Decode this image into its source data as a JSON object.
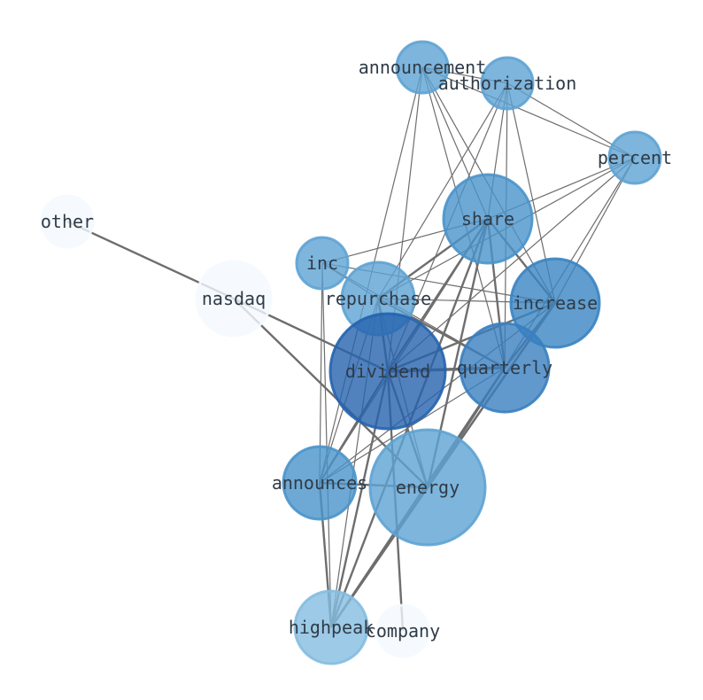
{
  "nodes": [
    {
      "id": "other",
      "label": "other",
      "color": "#f4f9fe"
    },
    {
      "id": "nasdaq",
      "label": "nasdaq",
      "color": "#f4f9fe"
    },
    {
      "id": "announcement",
      "label": "announcement",
      "color": "#5ea3d3"
    },
    {
      "id": "authorization",
      "label": "authorization",
      "color": "#5ea3d3"
    },
    {
      "id": "percent",
      "label": "percent",
      "color": "#5ea3d3"
    },
    {
      "id": "share",
      "label": "share",
      "color": "#4a93cb"
    },
    {
      "id": "inc",
      "label": "inc",
      "color": "#5ea3d3"
    },
    {
      "id": "repurchase",
      "label": "repurchase",
      "color": "#5ea3d3"
    },
    {
      "id": "increase",
      "label": "increase",
      "color": "#3a84c2"
    },
    {
      "id": "dividend",
      "label": "dividend",
      "color": "#2563ae"
    },
    {
      "id": "quarterly",
      "label": "quarterly",
      "color": "#3a7fc0"
    },
    {
      "id": "announces",
      "label": "announces",
      "color": "#4a93cb"
    },
    {
      "id": "energy",
      "label": "energy",
      "color": "#5ea3d3"
    },
    {
      "id": "highpeak",
      "label": "highpeak",
      "color": "#85bde0"
    },
    {
      "id": "company",
      "label": "company",
      "color": "#f4f9fe"
    }
  ],
  "edges": [
    {
      "source": "other",
      "target": "nasdaq",
      "weight": 2
    },
    {
      "source": "nasdaq",
      "target": "dividend",
      "weight": 2
    },
    {
      "source": "nasdaq",
      "target": "energy",
      "weight": 2
    },
    {
      "source": "announcement",
      "target": "authorization",
      "weight": 1
    },
    {
      "source": "announcement",
      "target": "percent",
      "weight": 1
    },
    {
      "source": "announcement",
      "target": "share",
      "weight": 1
    },
    {
      "source": "announcement",
      "target": "increase",
      "weight": 1
    },
    {
      "source": "announcement",
      "target": "quarterly",
      "weight": 1
    },
    {
      "source": "announcement",
      "target": "dividend",
      "weight": 1
    },
    {
      "source": "announcement",
      "target": "announces",
      "weight": 1
    },
    {
      "source": "authorization",
      "target": "percent",
      "weight": 1
    },
    {
      "source": "authorization",
      "target": "share",
      "weight": 1
    },
    {
      "source": "authorization",
      "target": "increase",
      "weight": 1
    },
    {
      "source": "authorization",
      "target": "quarterly",
      "weight": 1
    },
    {
      "source": "authorization",
      "target": "dividend",
      "weight": 1
    },
    {
      "source": "authorization",
      "target": "repurchase",
      "weight": 1
    },
    {
      "source": "percent",
      "target": "share",
      "weight": 1
    },
    {
      "source": "percent",
      "target": "increase",
      "weight": 1
    },
    {
      "source": "percent",
      "target": "quarterly",
      "weight": 1
    },
    {
      "source": "percent",
      "target": "dividend",
      "weight": 1
    },
    {
      "source": "percent",
      "target": "repurchase",
      "weight": 1
    },
    {
      "source": "share",
      "target": "inc",
      "weight": 1
    },
    {
      "source": "share",
      "target": "repurchase",
      "weight": 2
    },
    {
      "source": "share",
      "target": "increase",
      "weight": 2
    },
    {
      "source": "share",
      "target": "quarterly",
      "weight": 2
    },
    {
      "source": "share",
      "target": "dividend",
      "weight": 2
    },
    {
      "source": "share",
      "target": "energy",
      "weight": 2
    },
    {
      "source": "share",
      "target": "announces",
      "weight": 1
    },
    {
      "source": "share",
      "target": "highpeak",
      "weight": 2
    },
    {
      "source": "inc",
      "target": "repurchase",
      "weight": 1
    },
    {
      "source": "inc",
      "target": "increase",
      "weight": 1
    },
    {
      "source": "inc",
      "target": "quarterly",
      "weight": 1
    },
    {
      "source": "inc",
      "target": "announces",
      "weight": 1
    },
    {
      "source": "inc",
      "target": "highpeak",
      "weight": 1
    },
    {
      "source": "repurchase",
      "target": "increase",
      "weight": 1
    },
    {
      "source": "repurchase",
      "target": "quarterly",
      "weight": 2
    },
    {
      "source": "repurchase",
      "target": "dividend",
      "weight": 2
    },
    {
      "source": "repurchase",
      "target": "energy",
      "weight": 1
    },
    {
      "source": "repurchase",
      "target": "announces",
      "weight": 1
    },
    {
      "source": "repurchase",
      "target": "highpeak",
      "weight": 1
    },
    {
      "source": "increase",
      "target": "quarterly",
      "weight": 2
    },
    {
      "source": "increase",
      "target": "dividend",
      "weight": 2
    },
    {
      "source": "increase",
      "target": "energy",
      "weight": 2
    },
    {
      "source": "increase",
      "target": "announces",
      "weight": 1
    },
    {
      "source": "increase",
      "target": "highpeak",
      "weight": 2
    },
    {
      "source": "dividend",
      "target": "quarterly",
      "weight": 3
    },
    {
      "source": "dividend",
      "target": "energy",
      "weight": 2
    },
    {
      "source": "dividend",
      "target": "announces",
      "weight": 2
    },
    {
      "source": "dividend",
      "target": "highpeak",
      "weight": 2
    },
    {
      "source": "dividend",
      "target": "company",
      "weight": 2
    },
    {
      "source": "quarterly",
      "target": "energy",
      "weight": 2
    },
    {
      "source": "quarterly",
      "target": "announces",
      "weight": 1
    },
    {
      "source": "quarterly",
      "target": "highpeak",
      "weight": 2
    },
    {
      "source": "announces",
      "target": "energy",
      "weight": 2
    },
    {
      "source": "announces",
      "target": "highpeak",
      "weight": 2
    },
    {
      "source": "energy",
      "target": "highpeak",
      "weight": 2
    }
  ]
}
